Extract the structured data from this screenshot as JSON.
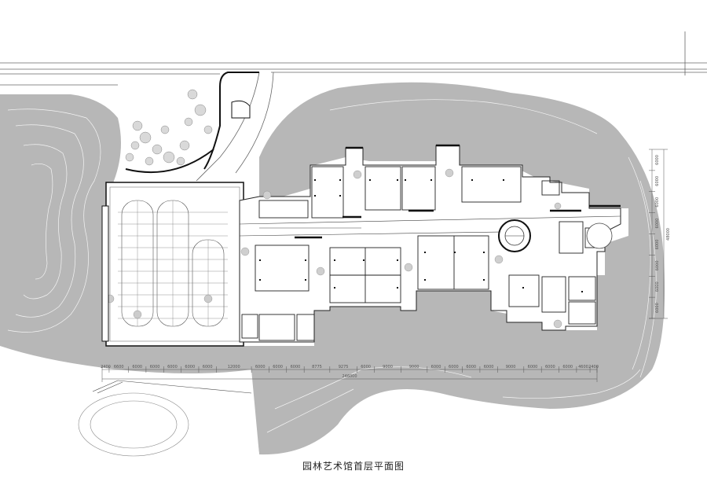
{
  "title": "园林艺术馆首层平面图",
  "colors": {
    "terrain": "#b7b7b7",
    "building_fill": "#ffffff",
    "wall": "#1a1a1a",
    "line": "#444444",
    "contour": "#ffffff",
    "tree": "#9a9a9a"
  },
  "dimensions": {
    "bottom_segments": [
      "2400",
      "6600",
      "6000",
      "6000",
      "6000",
      "6000",
      "6000",
      "12000",
      "6000",
      "6000",
      "6000",
      "8775",
      "9275",
      "6000",
      "9000",
      "9000",
      "6000",
      "6000",
      "6000",
      "6000",
      "9000",
      "6000",
      "6000",
      "6000",
      "4600",
      "2400"
    ],
    "bottom_total": "246000",
    "right_segments": [
      "6000",
      "6000",
      "6000",
      "6000",
      "6000",
      "6000",
      "6000",
      "6000"
    ],
    "right_total": "48000"
  }
}
